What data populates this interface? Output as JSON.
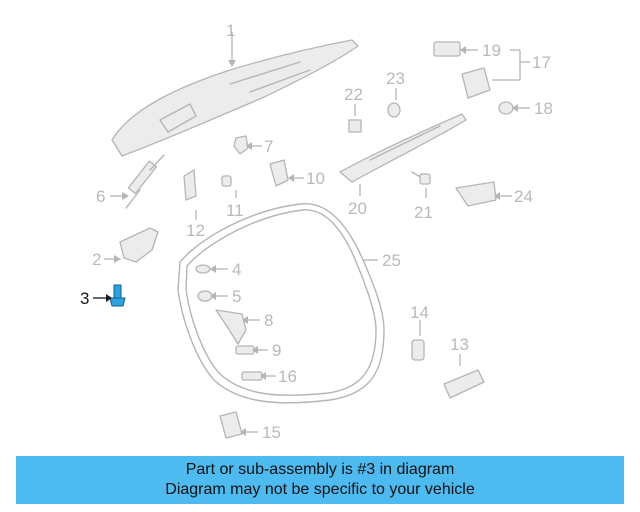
{
  "callouts": {
    "c1": "1",
    "c2": "2",
    "c3": "3",
    "c4": "4",
    "c5": "5",
    "c6": "6",
    "c7": "7",
    "c8": "8",
    "c9": "9",
    "c10": "10",
    "c11": "11",
    "c12": "12",
    "c13": "13",
    "c14": "14",
    "c15": "15",
    "c16": "16",
    "c17": "17",
    "c18": "18",
    "c19": "19",
    "c20": "20",
    "c21": "21",
    "c22": "22",
    "c23": "23",
    "c24": "24",
    "c25": "25"
  },
  "highlight_part": "3",
  "colors": {
    "banner": "#4dbaf0",
    "highlight": "#2aa3e0",
    "parts": "#b5b5b5"
  },
  "banner": {
    "line1": "Part or sub-assembly is #3 in diagram",
    "line2": "Diagram may not be specific to your vehicle"
  }
}
